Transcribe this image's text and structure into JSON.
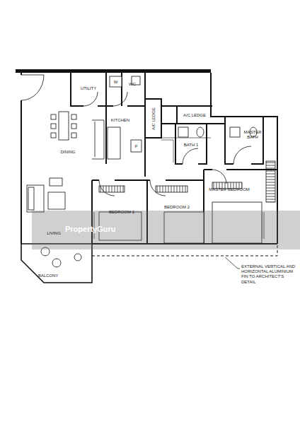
{
  "diagram": {
    "nodes": [
      {
        "text": [
          "UTILITY"
        ]
      },
      {
        "text": [
          "W"
        ]
      },
      {
        "text": [
          "WC"
        ]
      },
      {
        "text": [
          "DINING"
        ]
      },
      {
        "text": [
          "KITCHEN"
        ]
      },
      {
        "text": [
          "F"
        ],
        "in": 4
      },
      {
        "text": [
          "A/C LEDGE"
        ]
      },
      {
        "text": [
          "A/C LEDGE"
        ]
      },
      {
        "text": [
          "BATH 1"
        ]
      },
      {
        "text": [
          "MASTER BATH"
        ]
      },
      {
        "text": [
          "LIVING"
        ]
      },
      {
        "text": [
          "BEDROOM 1"
        ]
      },
      {
        "text": [
          "BEDROOM 2"
        ]
      },
      {
        "text": [
          "MASTER BEDROOM"
        ]
      },
      {
        "text": [
          "BALCONY"
        ]
      }
    ],
    "edges": [],
    "labels": [
      "PropertyGuru",
      "EXTERNAL VERTICAL AND HORIZONTAL ALUMINIUM FIN TO ARCHITECT'S DETAIL"
    ]
  }
}
